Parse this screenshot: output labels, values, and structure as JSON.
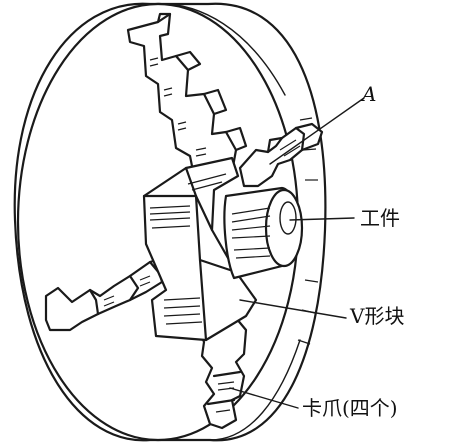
{
  "labels": {
    "a": "A",
    "workpiece": "工件",
    "v_block": "V形块",
    "jaw": "卡爪(四个)"
  },
  "colors": {
    "ink": "#1a1a1a",
    "background": "#ffffff"
  }
}
